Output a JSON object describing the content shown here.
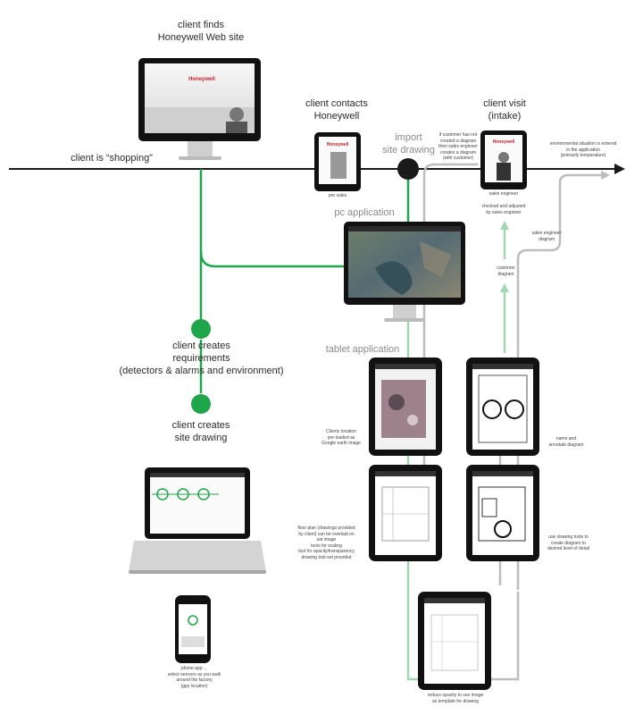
{
  "stages": {
    "client_finds": "client finds\nHoneywell Web site",
    "client_shopping": "client is “shopping”",
    "client_contacts": "client contacts\nHoneywell",
    "import_site_drawing": "import\nsite drawing",
    "client_visit": "client visit\n(intake)",
    "pc_application": "pc application",
    "tablet_application": "tablet application",
    "client_creates_requirements": "client creates\nrequirements\n(detectors & alarms and environment)",
    "client_creates_site_drawing": "client creates\nsite drawing"
  },
  "notes": {
    "pre_sales": "pre sales",
    "sales_engineer": "sales engineer",
    "checked_adjusted": "checked and adjusted\nby sales engineer",
    "customer_no_diagram": "if customer has not\ncreated a diagram\nthen sales engineer\ncreates a diagram\n(with customer)",
    "env_situation": "environmental situation is entered\nin the application\n(primarily temperature)",
    "sales_engineer_diagram": "sales engineer\ndiagram",
    "customer_diagram": "customer\ndiagram",
    "clients_location": "Clients location\npre-loaded as\nGoogle earth image",
    "name_annotate": "name and\nannotate diagram",
    "floor_plan": "floor plan (drawings provided\nby client) can be overlaid on\nsat image\ntools for scaling\ntool for opacity/transparency\ndrawing tool-set provided",
    "use_drawing_tools": "use drawing tools to\ncreate diagram to\ndesired level of detail",
    "reduce_opacity": "reduce opacity to use image\nas template for drawing",
    "phone_app": "phone app ...\nselect sensors as you walk\naround the factory\n(gps location)"
  },
  "brand": {
    "logo": "Honeywell"
  },
  "colors": {
    "green": "#1fa54a",
    "light_green": "#9fd8b0",
    "grey_flow": "#bdbdbd",
    "timeline": "#1a1a1a"
  }
}
